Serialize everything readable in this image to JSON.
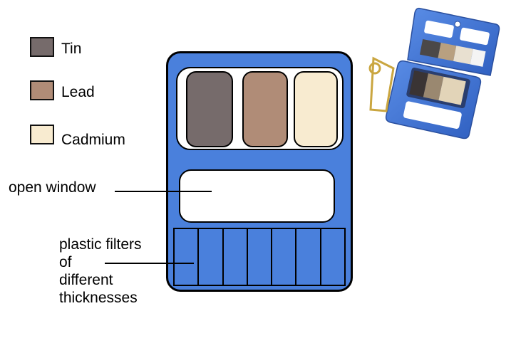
{
  "legend": [
    {
      "label": "Tin",
      "color": "#766b6b"
    },
    {
      "label": "Lead",
      "color": "#b08c77"
    },
    {
      "label": "Cadmium",
      "color": "#f8ebd0"
    }
  ],
  "labels": {
    "open_window": "open window",
    "filters_lines": [
      "plastic filters",
      "of",
      "different",
      "thicknesses"
    ]
  },
  "colors": {
    "badge_blue": "#4a80dc",
    "outline": "#000000",
    "window_white": "#ffffff"
  },
  "photo": {
    "icon": "film-badge-photo-icon"
  }
}
